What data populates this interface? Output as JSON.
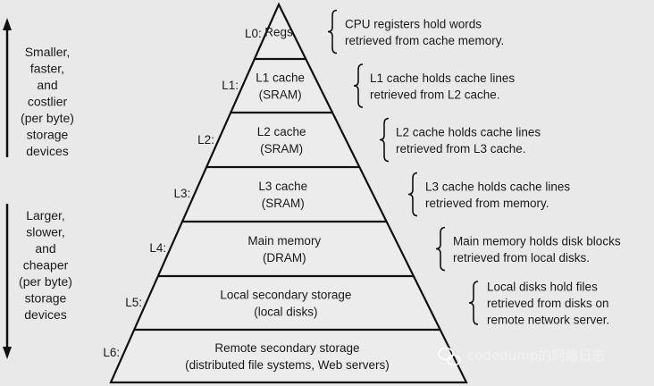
{
  "left_notes": {
    "top": [
      "Smaller,",
      "faster,",
      "and",
      "costlier",
      "(per byte)",
      "storage",
      "devices"
    ],
    "bottom": [
      "Larger,",
      "slower,",
      "and",
      "cheaper",
      "(per byte)",
      "storage",
      "devices"
    ]
  },
  "levels": [
    {
      "id": "L0",
      "code": "L0:",
      "lines": [
        "Regs"
      ],
      "desc": [
        "CPU registers hold words",
        "retrieved from cache memory."
      ]
    },
    {
      "id": "L1",
      "code": "L1:",
      "lines": [
        "L1 cache",
        "(SRAM)"
      ],
      "desc": [
        "L1 cache holds cache lines",
        "retrieved from L2 cache."
      ]
    },
    {
      "id": "L2",
      "code": "L2:",
      "lines": [
        "L2 cache",
        "(SRAM)"
      ],
      "desc": [
        "L2 cache holds cache lines",
        "retrieved from L3 cache."
      ]
    },
    {
      "id": "L3",
      "code": "L3:",
      "lines": [
        "L3 cache",
        "(SRAM)"
      ],
      "desc": [
        "L3 cache holds cache lines",
        "retrieved from memory."
      ]
    },
    {
      "id": "L4",
      "code": "L4:",
      "lines": [
        "Main memory",
        "(DRAM)"
      ],
      "desc": [
        "Main memory holds disk blocks",
        "retrieved from local disks."
      ]
    },
    {
      "id": "L5",
      "code": "L5:",
      "lines": [
        "Local secondary storage",
        "(local disks)"
      ],
      "desc": [
        "Local disks hold files",
        "retrieved from disks on",
        "remote network server."
      ]
    },
    {
      "id": "L6",
      "code": "L6:",
      "lines": [
        "Remote secondary storage",
        "(distributed file systems, Web servers)"
      ],
      "desc": []
    }
  ],
  "watermark": {
    "text": "codedump的网络日志",
    "icon": "wechat-icon"
  }
}
